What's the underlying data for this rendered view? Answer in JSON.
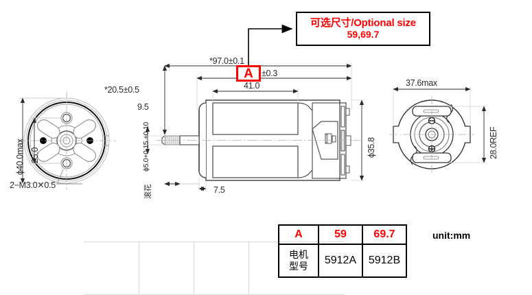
{
  "document": {
    "type": "engineering-drawing",
    "subject": "DC motor outline dimension drawing",
    "unit_note": "unit:mm"
  },
  "callout": {
    "line1": "可选尺寸/Optional size",
    "line2": "59,69.7",
    "marker_label": "A",
    "marker_color": "#ff0000"
  },
  "dimensions": {
    "left_view": {
      "diameter": "ϕ40.0max",
      "bolt_span": "25.0",
      "thread_note": "2−M3.0✕0.5"
    },
    "front_view": {
      "overall": "*97.0±0.1",
      "body_with_a": "±0.3",
      "body_length": "41.0",
      "shaft_length": "*20.5±0.5",
      "shaft_step": "9.5",
      "shaft_dia": "ϕ5.0+0.15 +0.10",
      "knurl_note": "滚花",
      "end_gap": "7.5",
      "body_dia": "ϕ35.8"
    },
    "right_view": {
      "width": "37.6max",
      "height": "28.0REF"
    }
  },
  "chart_data": {
    "type": "table",
    "title": "",
    "columns": [
      "A",
      "59",
      "69.7"
    ],
    "rows": [
      {
        "label": "电机\n型号",
        "label_line1": "电机",
        "label_line2": "型号",
        "values": [
          "5912A",
          "5912B"
        ]
      }
    ],
    "header_color": "#ff0000",
    "body_color": "#000000"
  },
  "table": {
    "header": {
      "col_a": "A",
      "col_b": "59",
      "col_c": "69.7"
    },
    "row": {
      "label_line1": "电机",
      "label_line2": "型号",
      "val_b": "5912A",
      "val_c": "5912B"
    }
  },
  "footer": {
    "unit": "unit:mm"
  }
}
